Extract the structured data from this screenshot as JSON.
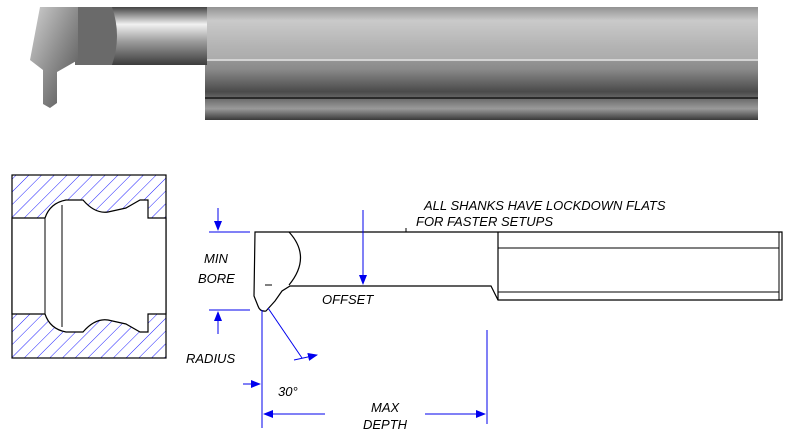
{
  "labels": {
    "note_line1": "ALL SHANKS HAVE LOCKDOWN FLATS",
    "note_line2": "FOR FASTER SETUPS",
    "min_bore_line1": "MIN",
    "min_bore_line2": "BORE",
    "offset": "OFFSET",
    "radius": "RADIUS",
    "angle": "30°",
    "max_depth_line1": "MAX",
    "max_depth_line2": "DEPTH"
  },
  "colors": {
    "outline": "#000000",
    "dimension": "#0000ee",
    "hatch": "#2222ff",
    "photo_background": "#ffffff"
  }
}
